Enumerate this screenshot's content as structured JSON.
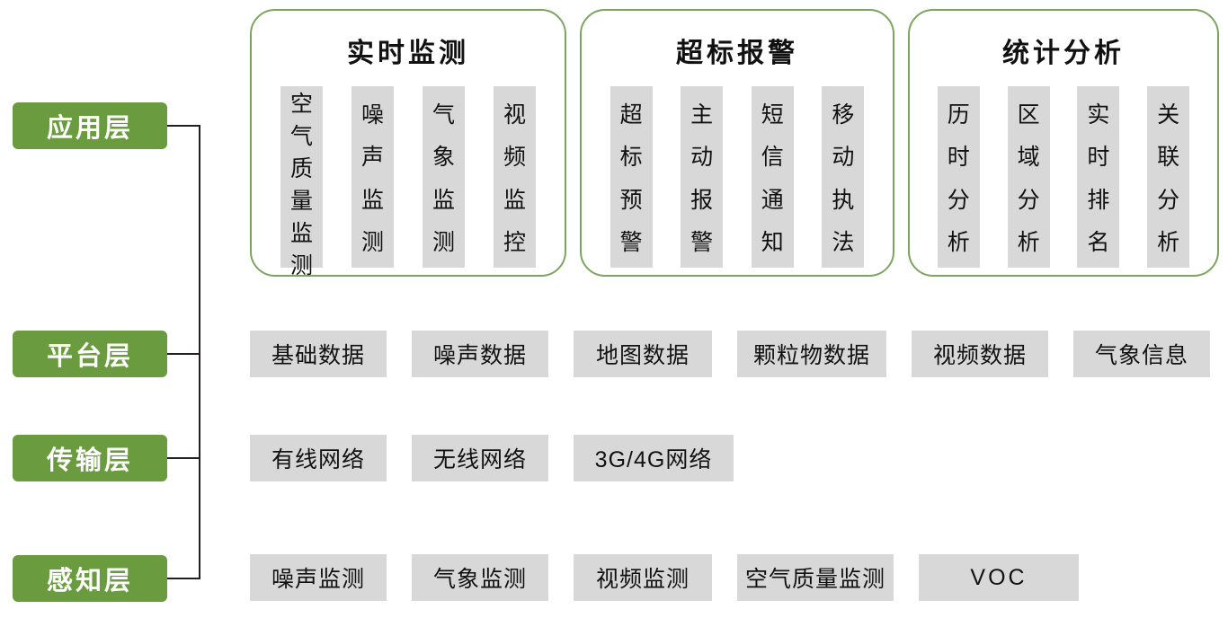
{
  "diagram": {
    "layers": [
      {
        "label": "应用层"
      },
      {
        "label": "平台层"
      },
      {
        "label": "传输层"
      },
      {
        "label": "感知层"
      }
    ],
    "application_groups": [
      {
        "title": "实时监测",
        "items": [
          "空气质量监测",
          "噪声监测",
          "气象监测",
          "视频监控"
        ]
      },
      {
        "title": "超标报警",
        "items": [
          "超标预警",
          "主动报警",
          "短信通知",
          "移动执法"
        ]
      },
      {
        "title": "统计分析",
        "items": [
          "历时分析",
          "区域分析",
          "实时排名",
          "关联分析"
        ]
      }
    ],
    "platform_items": [
      "基础数据",
      "噪声数据",
      "地图数据",
      "颗粒物数据",
      "视频数据",
      "气象信息"
    ],
    "transmission_items": [
      "有线网络",
      "无线网络",
      "3G/4G网络"
    ],
    "perception_items": [
      "噪声监测",
      "气象监测",
      "视频监测",
      "空气质量监测",
      "VOC"
    ],
    "colors": {
      "layer_green": "#6a9b3f",
      "box_border_green": "#7ca560",
      "item_gray": "#d8d8d8",
      "line": "#231f20"
    }
  }
}
